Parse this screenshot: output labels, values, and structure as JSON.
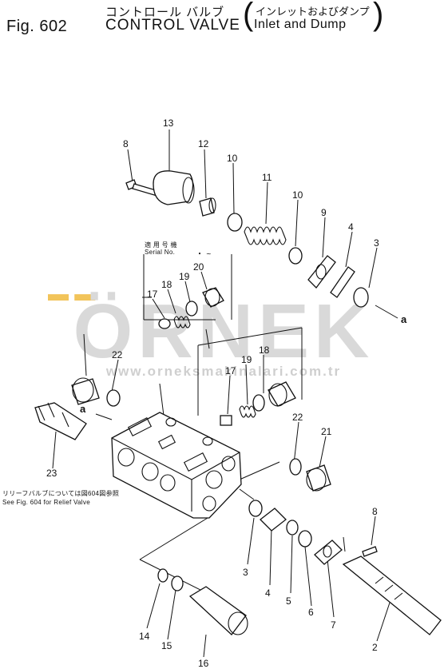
{
  "header": {
    "figure_number": "Fig. 602",
    "title_jp": "コントロール バルブ",
    "title_en": "CONTROL VALVE",
    "subtitle_jp": "インレットおよびダンプ",
    "subtitle_en": "Inlet and Dump",
    "paren_open": "(",
    "paren_close": ")"
  },
  "notes": {
    "serial_jp": "適 用 号 機",
    "serial_en": "Serial  No.",
    "serial_range": "・ ~",
    "relief_jp": "リリーフバルブについては図604図参照",
    "relief_en": "See  Fig. 604  for  Relief  Valve"
  },
  "watermark": {
    "brand": "ÖRNEK",
    "dots": "▬ ▬",
    "url": "www.orneksmakinalari.com.tr"
  },
  "reference_letter": "a",
  "part_numbers": [
    "8",
    "13",
    "12",
    "10",
    "11",
    "10",
    "9",
    "4",
    "3",
    "20",
    "19",
    "18",
    "17",
    "22",
    "18",
    "19",
    "17",
    "22",
    "21",
    "23",
    "8",
    "3",
    "4",
    "5",
    "6",
    "7",
    "14",
    "15",
    "16",
    "2"
  ]
}
